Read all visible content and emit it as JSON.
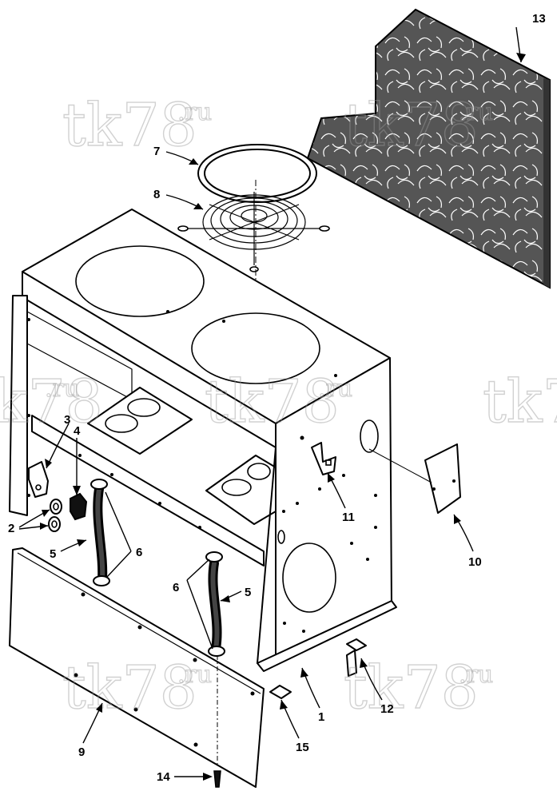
{
  "watermark": {
    "text": "tk78",
    "suffix": ".ru"
  },
  "callouts": {
    "c1": "1",
    "c2": "2",
    "c3": "3",
    "c4": "4",
    "c5a": "5",
    "c5b": "5",
    "c6a": "6",
    "c6b": "6",
    "c7": "7",
    "c8": "8",
    "c9": "9",
    "c10": "10",
    "c11": "11",
    "c12": "12",
    "c13": "13",
    "c14": "14",
    "c15": "15"
  },
  "colors": {
    "line": "#000000",
    "foam": "#555555",
    "watermark": "#9a9a9a"
  }
}
